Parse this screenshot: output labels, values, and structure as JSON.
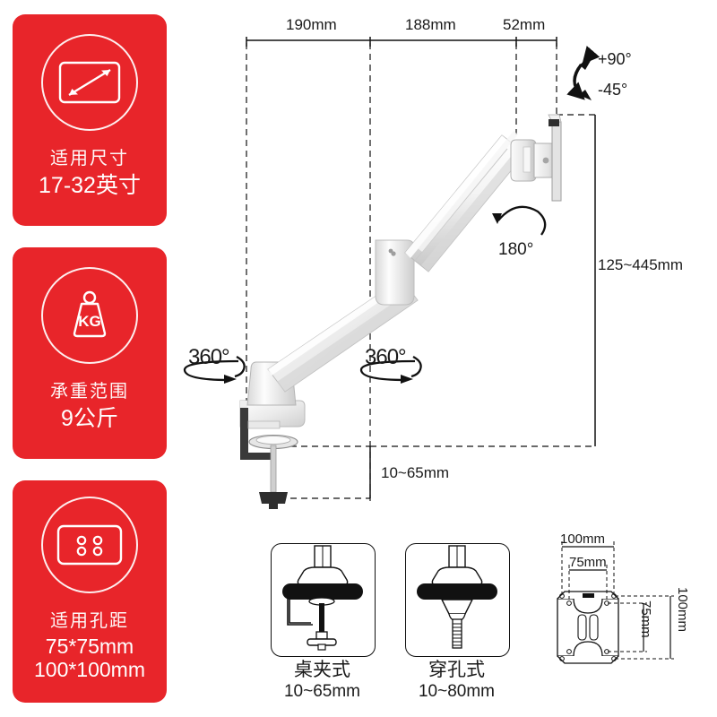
{
  "cards": [
    {
      "icon": "monitor-diagonal-icon",
      "caption": "适用尺寸",
      "value": "17-32英寸"
    },
    {
      "icon": "weight-kg-icon",
      "caption": "承重范围",
      "value": "9公斤"
    },
    {
      "icon": "vesa-holes-icon",
      "caption": "适用孔距",
      "value": "75*75mm",
      "value2": "100*100mm"
    }
  ],
  "diagram": {
    "top_dimensions": [
      "190mm",
      "188mm",
      "52mm"
    ],
    "tilt_up": "+90°",
    "tilt_down": "-45°",
    "rotation_head": "180°",
    "rotation_base": "360°",
    "rotation_elbow": "360°",
    "height_range": "125~445mm",
    "clamp_thickness": "10~65mm"
  },
  "mount_options": [
    {
      "title": "桌夹式",
      "range": "10~65mm",
      "icon": "desk-clamp-icon"
    },
    {
      "title": "穿孔式",
      "range": "10~80mm",
      "icon": "grommet-mount-icon"
    }
  ],
  "vesa_plate": {
    "width_outer": "100mm",
    "width_inner": "75mm",
    "height_inner": "75mm",
    "height_outer": "100mm"
  },
  "colors": {
    "brand_red": "#e8252a",
    "line": "#1a1a1a",
    "arm_light": "#f2f2f2",
    "arm_shade": "#c9c9c9"
  }
}
